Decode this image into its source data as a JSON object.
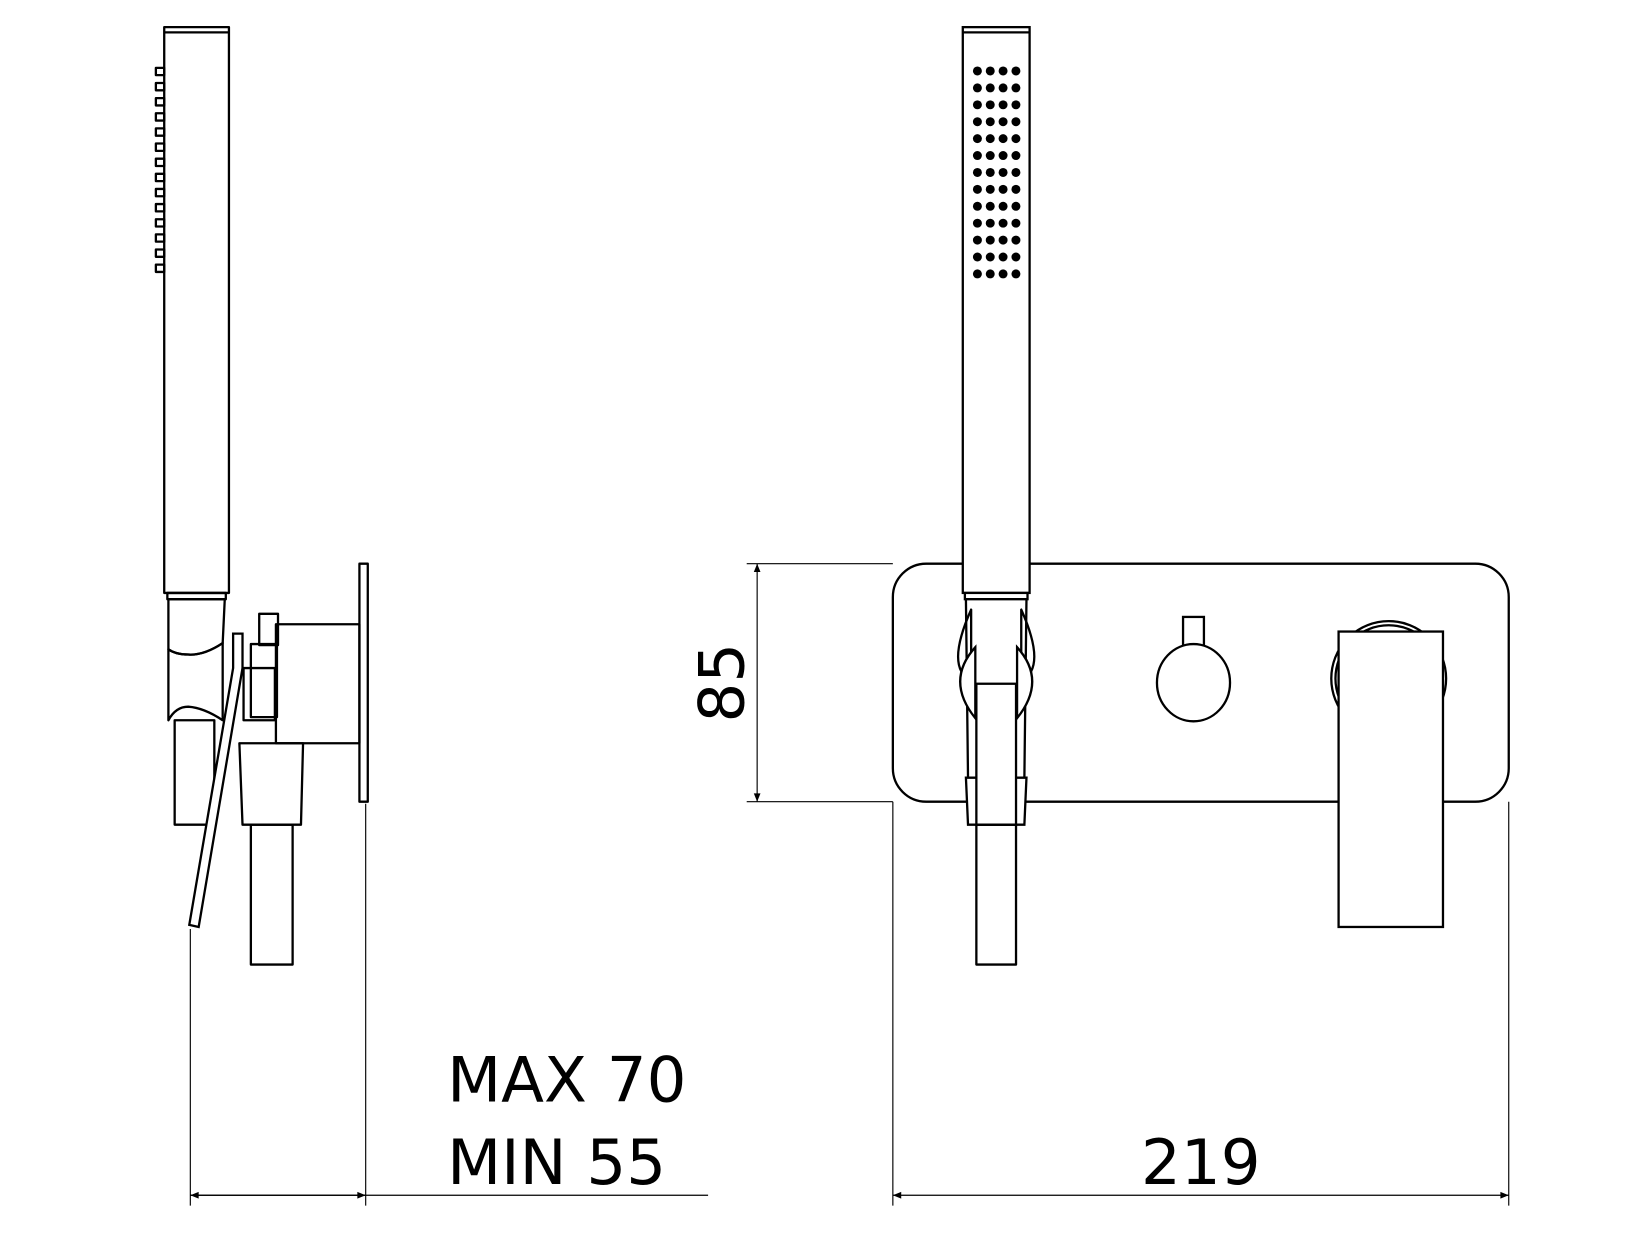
{
  "dimensions": {
    "depth_max": "MAX 70",
    "depth_min": "MIN 55",
    "plate_height": "85",
    "plate_width": "219"
  },
  "colors": {
    "line": "#000000",
    "background": "#ffffff"
  }
}
